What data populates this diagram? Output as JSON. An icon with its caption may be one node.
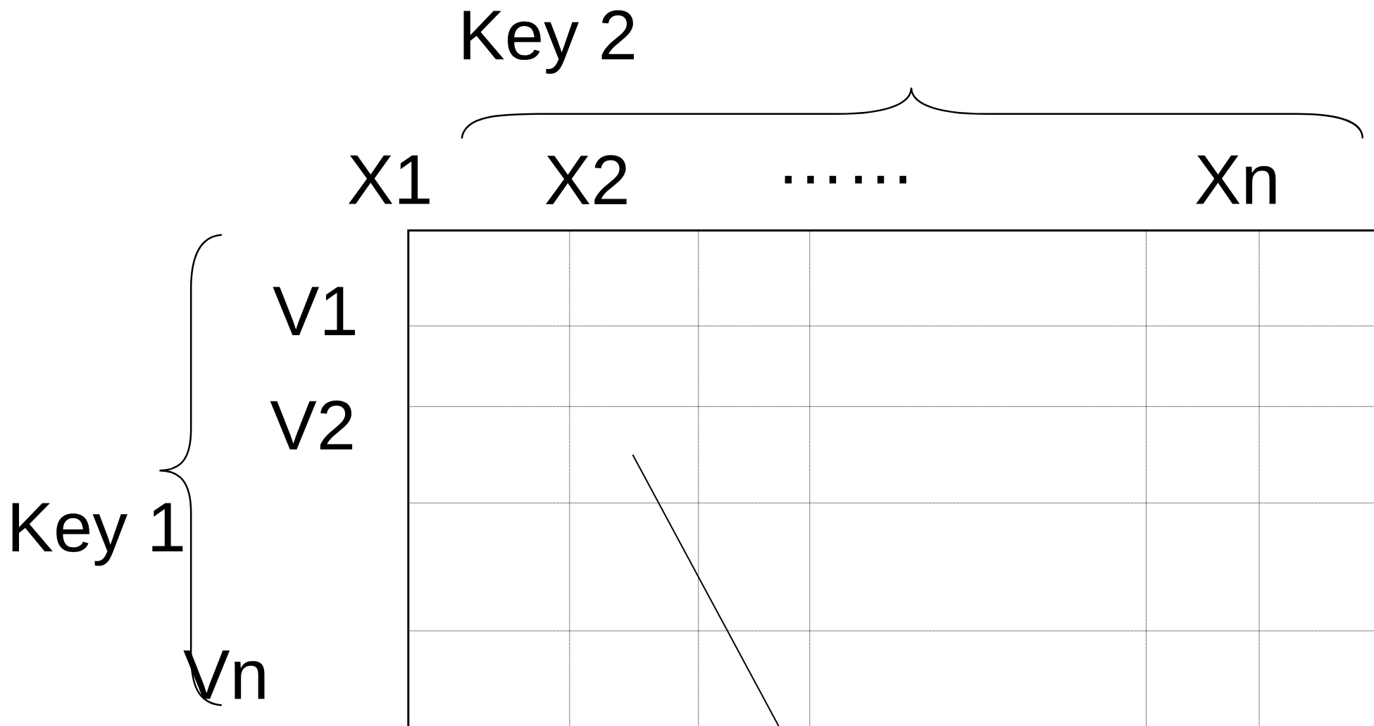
{
  "diagram": {
    "labels": [
      "Key 2",
      "X1",
      "X2",
      "……",
      "Xn",
      "V1",
      "V2",
      "Key 1",
      "Vn"
    ]
  }
}
